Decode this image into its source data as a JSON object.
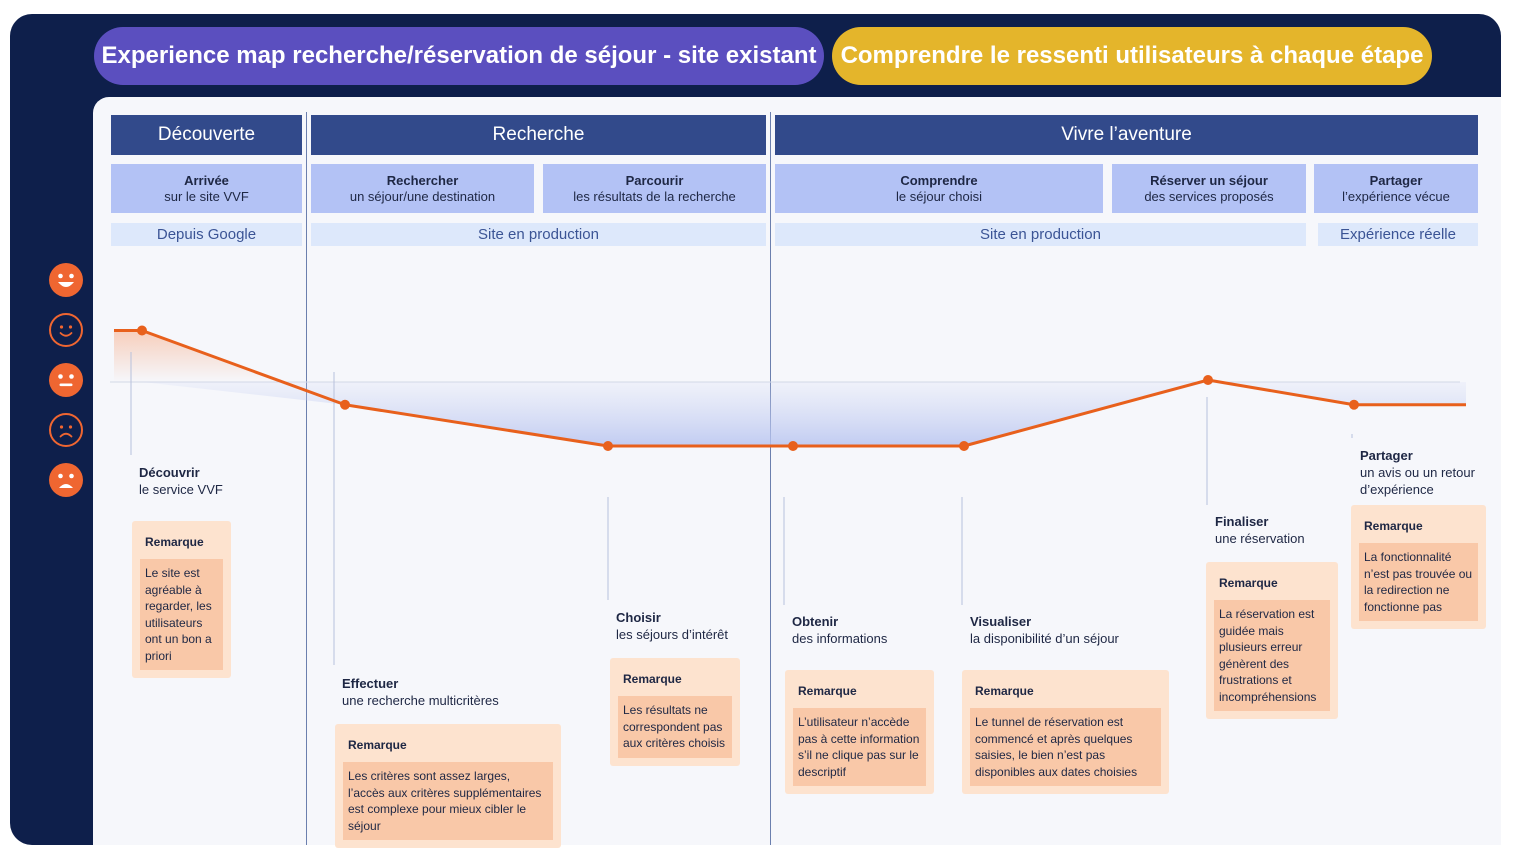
{
  "header": {
    "title": "Experience map recherche/réservation de séjour - site existant",
    "subtitle": "Comprendre le ressenti utilisateurs à chaque étape"
  },
  "phases": [
    {
      "label": "Découverte"
    },
    {
      "label": "Recherche"
    },
    {
      "label": "Vivre l’aventure"
    }
  ],
  "steps": [
    {
      "title": "Arrivée",
      "subtitle": "sur le site VVF"
    },
    {
      "title": "Rechercher",
      "subtitle": "un séjour/une destination"
    },
    {
      "title": "Parcourir",
      "subtitle": "les résultats de la recherche"
    },
    {
      "title": "Comprendre",
      "subtitle": "le séjour choisi"
    },
    {
      "title": "Réserver un séjour",
      "subtitle": "des services proposés"
    },
    {
      "title": "Partager",
      "subtitle": "l’expérience vécue"
    }
  ],
  "contexts": [
    {
      "label": "Depuis Google"
    },
    {
      "label": "Site en production"
    },
    {
      "label": "Site en production"
    },
    {
      "label": "Expérience réelle"
    }
  ],
  "emotion_scale": [
    "very-happy",
    "happy",
    "neutral",
    "sad",
    "very-sad"
  ],
  "colors": {
    "frame": "#0e1f4b",
    "title_pill": "#5b4fbf",
    "subtitle_pill": "#e4b52b",
    "phase": "#324a8b",
    "step": "#b3c2f5",
    "context": "#dde8fb",
    "curve": "#e8601c",
    "card": "#fde3cf",
    "card_inner": "#f9c8a8"
  },
  "actions": [
    {
      "title": "Découvrir",
      "subtitle": "le service VVF",
      "emotion": 1.5,
      "remark_label": "Remarque",
      "remark": "Le site est agréable à regarder, les utilisateurs ont un bon a priori"
    },
    {
      "title": "Effectuer",
      "subtitle": "une recherche multicritères",
      "emotion": -0.75,
      "remark_label": "Remarque",
      "remark": "Les critères sont assez larges, l’accès aux critères supplémentaires est complexe pour mieux cibler le séjour"
    },
    {
      "title": "Choisir",
      "subtitle": "les séjours d’intérêt",
      "emotion": -2,
      "remark_label": "Remarque",
      "remark": "Les résultats ne correspondent pas aux critères choisis"
    },
    {
      "title": "Obtenir",
      "subtitle": "des informations",
      "emotion": -2,
      "remark_label": "Remarque",
      "remark": "L’utilisateur n’accède pas à cette information s’il ne clique pas sur le descriptif"
    },
    {
      "title": "Visualiser",
      "subtitle": "la disponibilité d’un séjour",
      "emotion": -2,
      "remark_label": "Remarque",
      "remark": "Le tunnel de réservation est commencé et après quelques saisies, le bien n’est pas disponibles aux dates choisies"
    },
    {
      "title": "Finaliser",
      "subtitle": "une réservation",
      "emotion": 0,
      "remark_label": "Remarque",
      "remark": "La réservation est guidée mais plusieurs erreur génèrent des frustrations et incompréhensions"
    },
    {
      "title": "Partager",
      "subtitle": "un avis ou un retour d’expérience",
      "emotion": -0.75,
      "remark_label": "Remarque",
      "remark": "La fonctionnalité n’est pas trouvée ou la redirection ne fonctionne pas"
    }
  ]
}
